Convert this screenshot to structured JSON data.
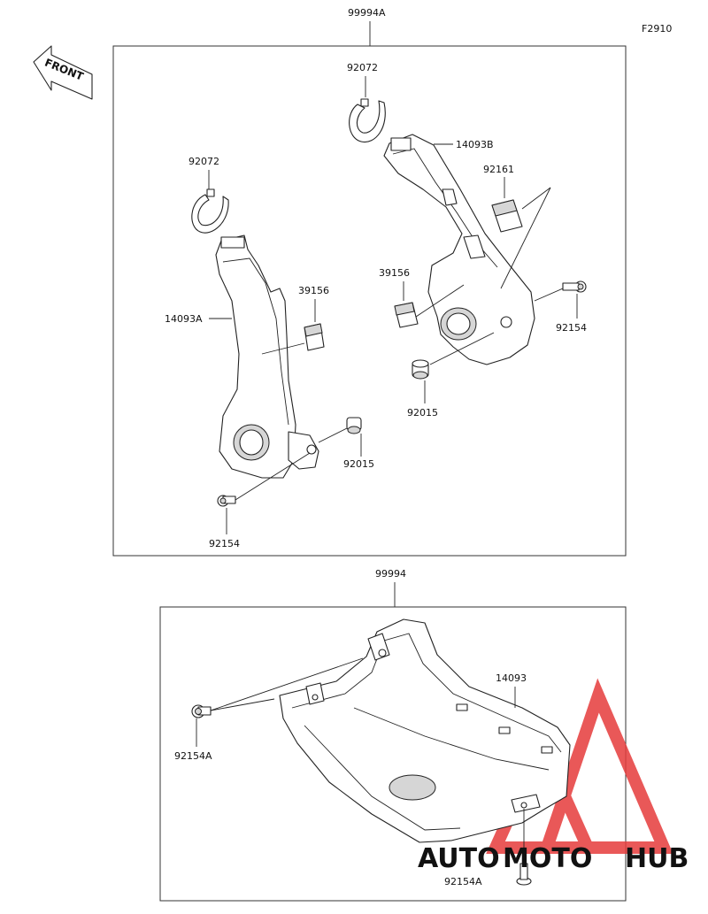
{
  "figure_code": "F2910",
  "front_label": "FRONT",
  "watermark": {
    "part1": "AUTO",
    "part2": "MOTO",
    "part3": "HUB",
    "color_orange": "#f5a623",
    "color_red": "#e63c3c",
    "color_dark": "#3a3a3a"
  },
  "assembly_upper": {
    "label": "99994A",
    "parts": {
      "clamp_left": "92072",
      "clamp_right": "92072",
      "cover_left": "14093A",
      "cover_right": "14093B",
      "pad_left": "39156",
      "pad_right": "39156",
      "pad_extra": "92161",
      "collar_left": "92015",
      "collar_right": "92015",
      "bolt_left": "92154",
      "bolt_right": "92154"
    }
  },
  "assembly_lower": {
    "label": "99994",
    "parts": {
      "guard": "14093",
      "bolt_left": "92154A",
      "bolt_bottom": "92154A"
    }
  }
}
